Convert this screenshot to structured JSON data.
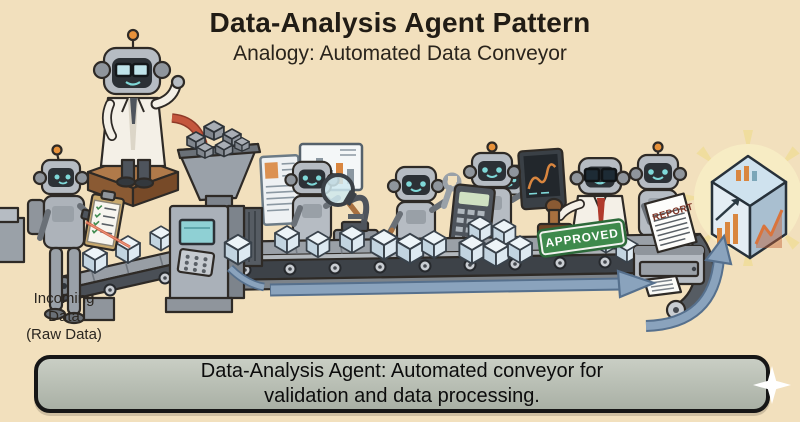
{
  "header": {
    "title": "Data-Analysis Agent Pattern",
    "subtitle": "Analogy: Automated Data Conveyor"
  },
  "labels": {
    "incoming": [
      "Incoming",
      "Data",
      "(Raw Data)"
    ],
    "approved": "APPROVED",
    "report": "REPORT"
  },
  "caption": {
    "lines": [
      "Data-Analysis Agent: Automated conveyor for",
      "validation and data processing."
    ]
  },
  "scene_icons": {
    "robot-intake": "robot scanning cubes with clipboard checklist",
    "robot-supervisor": "lab-coat robot gesturing on wooden pedestal",
    "hopper": "funnel hopper filled with raw data rocks",
    "robot-inspector": "robot with magnifying glass and microscope",
    "robot-fixer": "robot holding wrench and hammer",
    "robot-calculator": "robot holding calculator",
    "robot-analyst": "robot pointing at dark chart screen",
    "robot-approver": "lab-coat robot with approval stamp",
    "robot-reporter": "robot holding report beside printer",
    "result-cube": "glowing glass cube with charts"
  },
  "colors": {
    "background": "#f2e0bd",
    "ink": "#2e2a26",
    "caption_fill": "#b7bdb2",
    "approved_green": "#3e8a4c",
    "arrow_blue": "#8aa3bd",
    "arrow_red": "#c4563d",
    "accent_orange": "#d9863f",
    "robot_gray": "#b6bcc3",
    "belt_gray": "#4a4f56",
    "wood_brown": "#a8703f",
    "glow_yellow": "#f7ecc4"
  }
}
